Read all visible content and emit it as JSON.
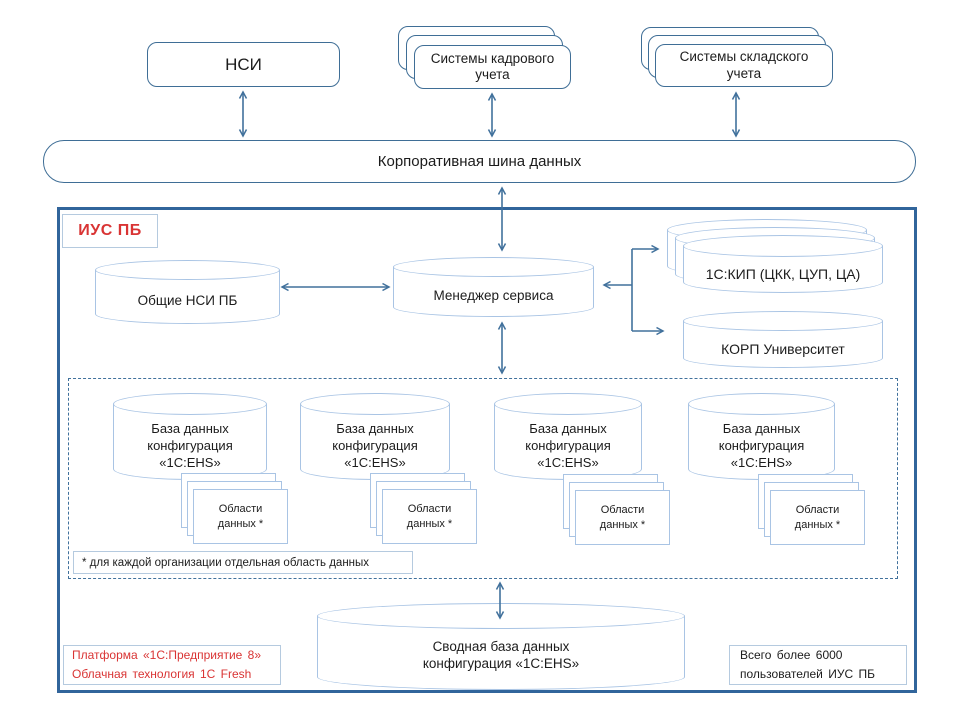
{
  "colors": {
    "box_border": "#3F6E96",
    "arrow": "#41719C",
    "cylinder_border": "#A9C4E4",
    "light_border": "#B5CADF",
    "frame_border": "#31659B",
    "red_text": "#D93434"
  },
  "external": {
    "nsi_label": "НСИ",
    "hr_systems_label": "Системы кадрового учета",
    "warehouse_systems_label": "Системы складского учета",
    "bus_label": "Корпоративная шина данных"
  },
  "ius": {
    "title": "ИУС ПБ",
    "shared_nsi_label": "Общие НСИ ПБ",
    "service_manager_label": "Менеджер сервиса",
    "kip_label": "1С:КИП (ЦКК, ЦУП, ЦА)",
    "university_label": "КОРП Университет",
    "databases": [
      {
        "line1": "База данных",
        "line2": "конфигурация",
        "line3": "«1С:EHS»"
      },
      {
        "line1": "База данных",
        "line2": "конфигурация",
        "line3": "«1С:EHS»"
      },
      {
        "line1": "База данных",
        "line2": "конфигурация",
        "line3": "«1С:EHS»"
      },
      {
        "line1": "База данных",
        "line2": "конфигурация",
        "line3": "«1С:EHS»"
      }
    ],
    "data_areas": [
      {
        "line1": "Области",
        "line2": "данных *"
      },
      {
        "line1": "Области",
        "line2": "данных *"
      },
      {
        "line1": "Области",
        "line2": "данных *"
      },
      {
        "line1": "Области",
        "line2": "данных *"
      }
    ],
    "footnote": "* для каждой организации отдельная область данных",
    "consolidated_db": {
      "line1": "Сводная база данных",
      "line2": "конфигурация  «1С:EHS»"
    },
    "platform_note": {
      "line1": "Платформа  «1С:Предприятие  8»",
      "line2": "Облачная  технология  1С Fresh"
    },
    "users_note": {
      "line1": "Всего более  6000",
      "line2": "пользователей  ИУС ПБ"
    }
  }
}
